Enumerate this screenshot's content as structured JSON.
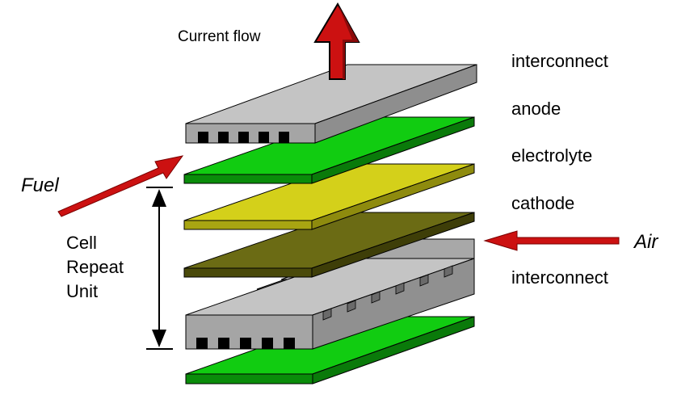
{
  "labels": {
    "current_flow": "Current flow",
    "interconnect_top": "interconnect",
    "anode": "anode",
    "electrolyte": "electrolyte",
    "cathode": "cathode",
    "interconnect_bottom": "interconnect",
    "fuel": "Fuel",
    "air": "Air",
    "cell_repeat_unit": [
      "Cell",
      "Repeat",
      "Unit"
    ]
  },
  "colors": {
    "interconnect": "#c0c0c0",
    "anode": "#11cc11",
    "electrolyte": "#d4d01a",
    "cathode": "#6b6b14",
    "arrow": "#cc1111",
    "outline": "#000000"
  }
}
